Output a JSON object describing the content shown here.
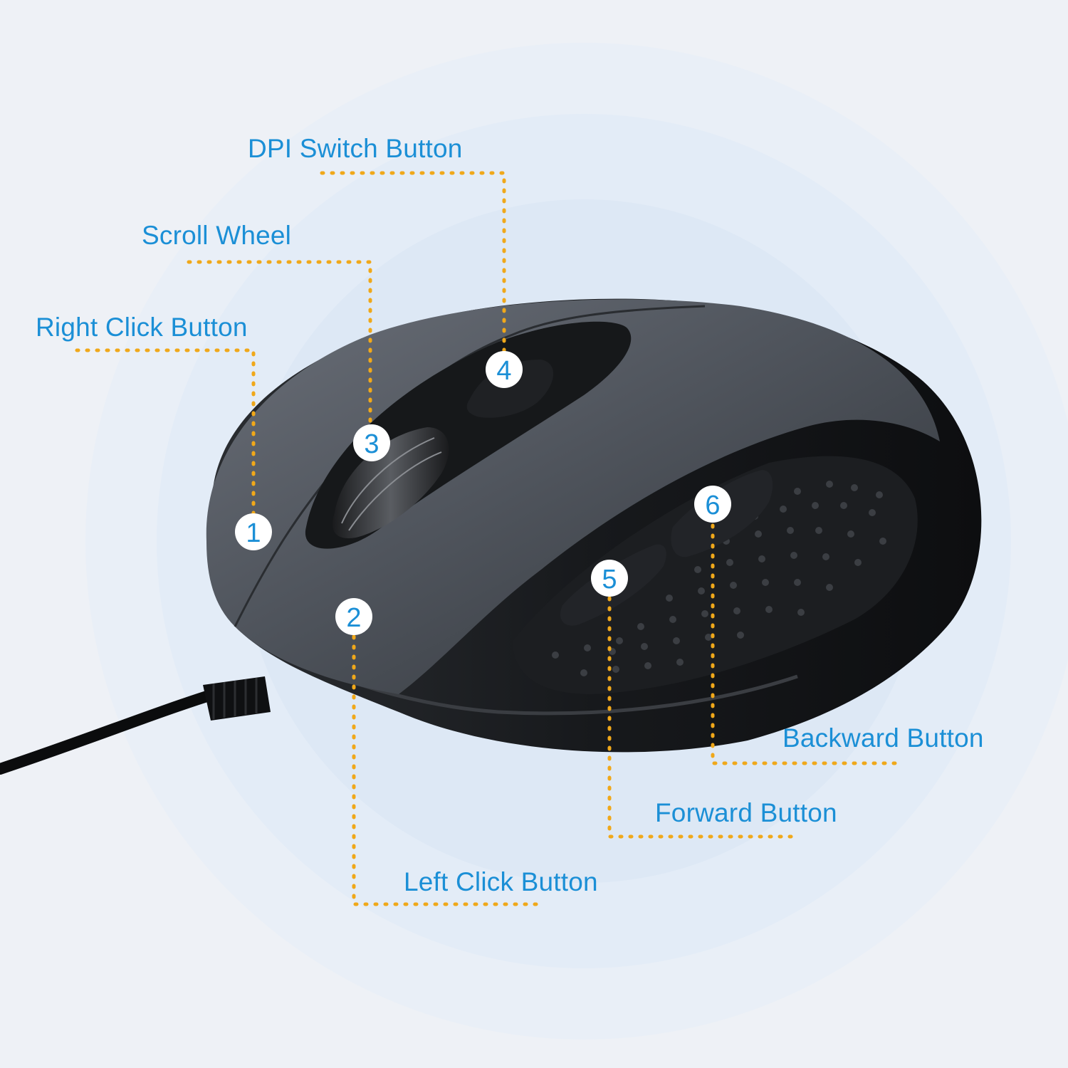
{
  "colors": {
    "background": "#eef1f6",
    "label_text": "#1b8fd6",
    "leader_line": "#f0a81a",
    "badge_fill": "#ffffff",
    "badge_text": "#1b8fd6",
    "mouse_top_shell": "#4b5058",
    "mouse_body": "#15171a"
  },
  "labels": {
    "dpi_switch": "DPI Switch Button",
    "scroll_wheel": "Scroll Wheel",
    "right_click": "Right Click Button",
    "backward": "Backward Button",
    "forward": "Forward Button",
    "left_click": "Left Click Button"
  },
  "badges": {
    "right_click": "1",
    "left_click": "2",
    "scroll_wheel": "3",
    "dpi_switch": "4",
    "forward": "5",
    "backward": "6"
  }
}
